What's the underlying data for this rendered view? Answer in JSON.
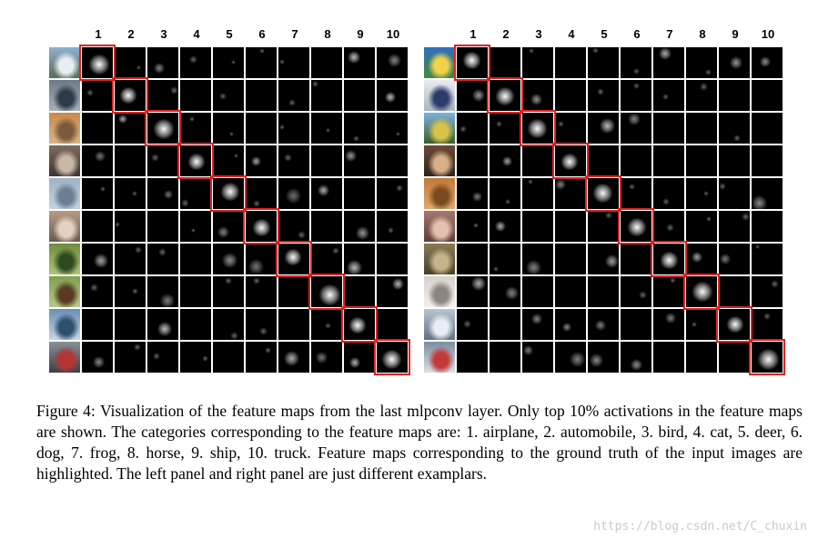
{
  "figure": {
    "column_numbers": [
      "1",
      "2",
      "3",
      "4",
      "5",
      "6",
      "7",
      "8",
      "9",
      "10"
    ],
    "left_panel": {
      "thumbnails": [
        {
          "name": "airplane",
          "colors": [
            "#8fb0cf",
            "#e8eef3",
            "#5b6b55"
          ]
        },
        {
          "name": "automobile",
          "colors": [
            "#6f7a86",
            "#2f3a48",
            "#a7b1bc"
          ]
        },
        {
          "name": "bird",
          "colors": [
            "#c88b4a",
            "#7a5a3a",
            "#d9b48a"
          ]
        },
        {
          "name": "cat",
          "colors": [
            "#7d6b5f",
            "#c9b8a7",
            "#3d3430"
          ]
        },
        {
          "name": "deer",
          "colors": [
            "#9fb3c7",
            "#6b7f93",
            "#c5d3df"
          ]
        },
        {
          "name": "dog",
          "colors": [
            "#b79a86",
            "#e3d1c2",
            "#6d5a4d"
          ]
        },
        {
          "name": "frog",
          "colors": [
            "#6f8c3c",
            "#2f4a1f",
            "#b0c47a"
          ]
        },
        {
          "name": "horse",
          "colors": [
            "#7ea04f",
            "#5a3a24",
            "#b5c98a"
          ]
        },
        {
          "name": "ship",
          "colors": [
            "#6a8fb6",
            "#2f4f6f",
            "#c7d6e4"
          ]
        },
        {
          "name": "truck",
          "colors": [
            "#8a8f96",
            "#b53434",
            "#3b3f44"
          ]
        }
      ],
      "highlights": [
        0,
        1,
        2,
        3,
        4,
        5,
        6,
        7,
        8,
        9
      ]
    },
    "right_panel": {
      "thumbnails": [
        {
          "name": "airplane",
          "colors": [
            "#2f6fbf",
            "#f2d24a",
            "#3f8a3a"
          ]
        },
        {
          "name": "automobile",
          "colors": [
            "#e9edf1",
            "#2c3b6a",
            "#a8b4c0"
          ]
        },
        {
          "name": "bird",
          "colors": [
            "#7fb2d8",
            "#d8c24a",
            "#3e5b2a"
          ]
        },
        {
          "name": "cat",
          "colors": [
            "#6a4a34",
            "#d9b08a",
            "#2f241c"
          ]
        },
        {
          "name": "deer",
          "colors": [
            "#c07a3a",
            "#7a4a20",
            "#e0a868"
          ]
        },
        {
          "name": "dog",
          "colors": [
            "#a7786b",
            "#e5c0b0",
            "#5a3f38"
          ]
        },
        {
          "name": "frog",
          "colors": [
            "#8a7a55",
            "#c6b58a",
            "#4a3f2a"
          ]
        },
        {
          "name": "horse",
          "colors": [
            "#d5d2cc",
            "#8a8680",
            "#f2f0ec"
          ]
        },
        {
          "name": "ship",
          "colors": [
            "#b8c6d3",
            "#e8eef3",
            "#5f6f7f"
          ]
        },
        {
          "name": "truck",
          "colors": [
            "#7a8fa3",
            "#c23a3a",
            "#d9dfe5"
          ]
        }
      ],
      "highlights": [
        0,
        1,
        2,
        3,
        4,
        5,
        6,
        7,
        8,
        9
      ]
    }
  },
  "caption": {
    "text": "Figure 4: Visualization of the feature maps from the last mlpconv layer. Only top 10% activations in the feature maps are shown. The categories corresponding to the feature maps are: 1. airplane, 2. automobile, 3. bird, 4. cat, 5. deer, 6. dog, 7. frog, 8. horse, 9. ship, 10. truck. Feature maps corresponding to the ground truth of the input images are highlighted. The left panel and right panel are just different examplars."
  },
  "watermark": {
    "text": "https://blog.csdn.net/C_chuxin"
  }
}
